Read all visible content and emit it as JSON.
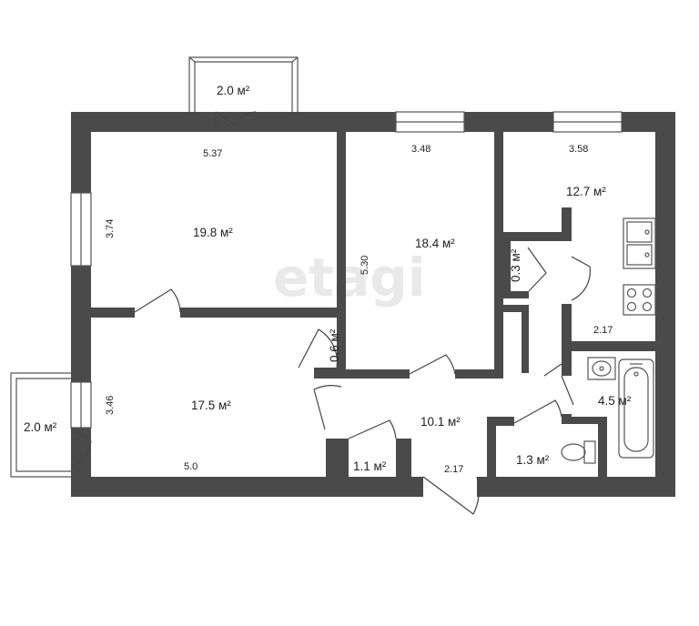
{
  "watermark": "etagi",
  "rooms": {
    "balcony_top": "2.0 м²",
    "living_nw": "19.8 м²",
    "room_center": "18.4 м²",
    "kitchen": "12.7 м²",
    "closet_small": "0.3 м²",
    "closet_mid": "0.6 м²",
    "room_sw": "17.5 м²",
    "balcony_left": "2.0 м²",
    "hallway": "10.1 м²",
    "storage": "1.1 м²",
    "bathroom": "4.5 м²",
    "toilet": "1.3 м²"
  },
  "dimensions": {
    "nw_width": "5.37",
    "nw_height": "3.74",
    "center_width": "3.48",
    "center_height": "5.30",
    "kitchen_width": "3.58",
    "kitchen_inner": "2.17",
    "sw_height": "3.46",
    "sw_width": "5.0",
    "hall_width": "2.17"
  }
}
